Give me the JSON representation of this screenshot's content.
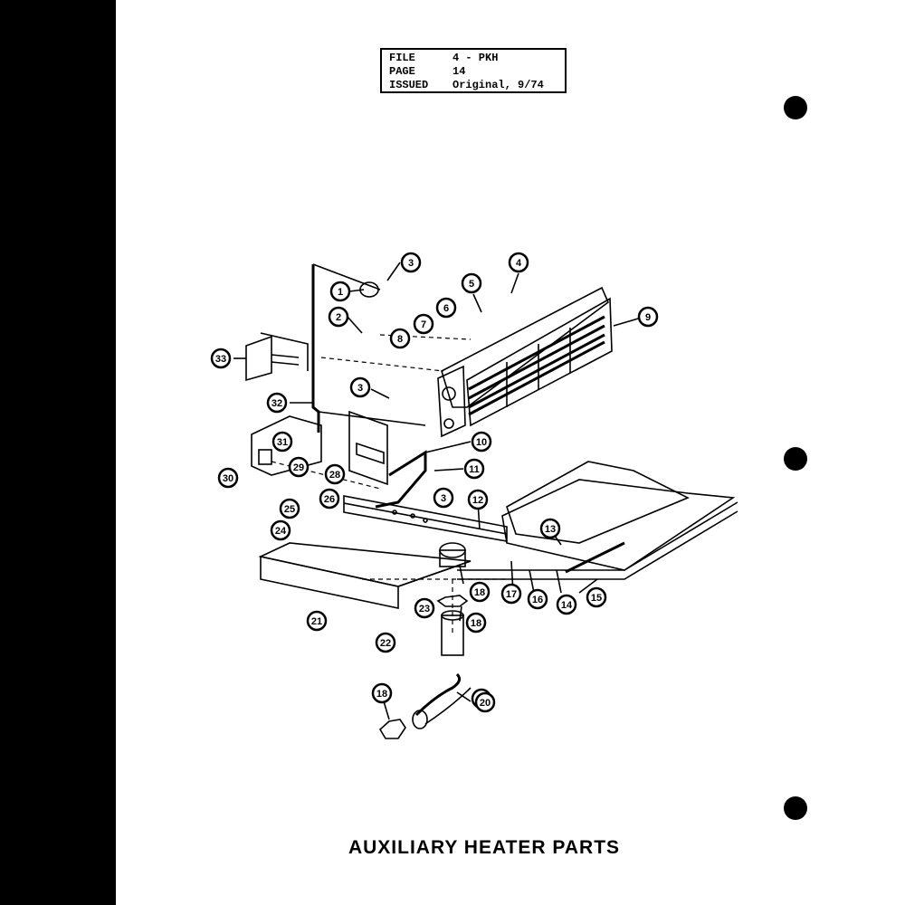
{
  "file_box": {
    "file_label": "FILE",
    "file_value": "4 - PKH",
    "page_label": "PAGE",
    "page_value": "14",
    "issued_label": "ISSUED",
    "issued_value": "Original, 9/74"
  },
  "title": "AUXILIARY HEATER PARTS",
  "callouts": [
    "1",
    "2",
    "3",
    "3",
    "3",
    "4",
    "5",
    "6",
    "7",
    "8",
    "9",
    "10",
    "11",
    "12",
    "13",
    "14",
    "15",
    "16",
    "17",
    "18",
    "18",
    "18",
    "19",
    "20",
    "21",
    "22",
    "23",
    "24",
    "25",
    "26",
    "28",
    "29",
    "30",
    "31",
    "32",
    "33"
  ]
}
